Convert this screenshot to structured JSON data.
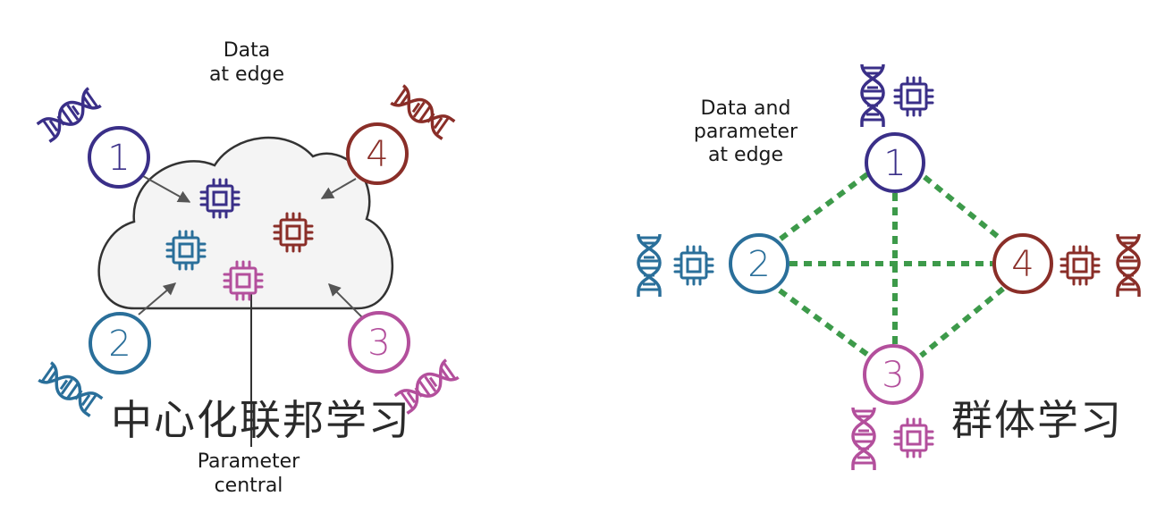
{
  "colors": {
    "node1": "#3a2f88",
    "node2": "#2a6f9a",
    "node3": "#b34f9c",
    "node4": "#8a2e28",
    "mesh_link": "#3d9a4a",
    "cloud_fill": "#f4f4f4",
    "cloud_stroke": "#333333",
    "arrow": "#555555"
  },
  "left_panel": {
    "top_label_line1": "Data",
    "top_label_line2": "at edge",
    "bottom_label_line1": "Parameter",
    "bottom_label_line2": "central",
    "caption": "中心化联邦学习",
    "nodes": [
      {
        "label": "1",
        "color_key": "node1"
      },
      {
        "label": "2",
        "color_key": "node2"
      },
      {
        "label": "3",
        "color_key": "node3"
      },
      {
        "label": "4",
        "color_key": "node4"
      }
    ]
  },
  "right_panel": {
    "label_line1": "Data and",
    "label_line2": "parameter",
    "label_line3": "at edge",
    "caption": "群体学习",
    "nodes": [
      {
        "label": "1",
        "color_key": "node1"
      },
      {
        "label": "2",
        "color_key": "node2"
      },
      {
        "label": "3",
        "color_key": "node3"
      },
      {
        "label": "4",
        "color_key": "node4"
      }
    ]
  },
  "icons": {
    "dna": "dna-helix-icon",
    "chip": "microchip-icon"
  }
}
